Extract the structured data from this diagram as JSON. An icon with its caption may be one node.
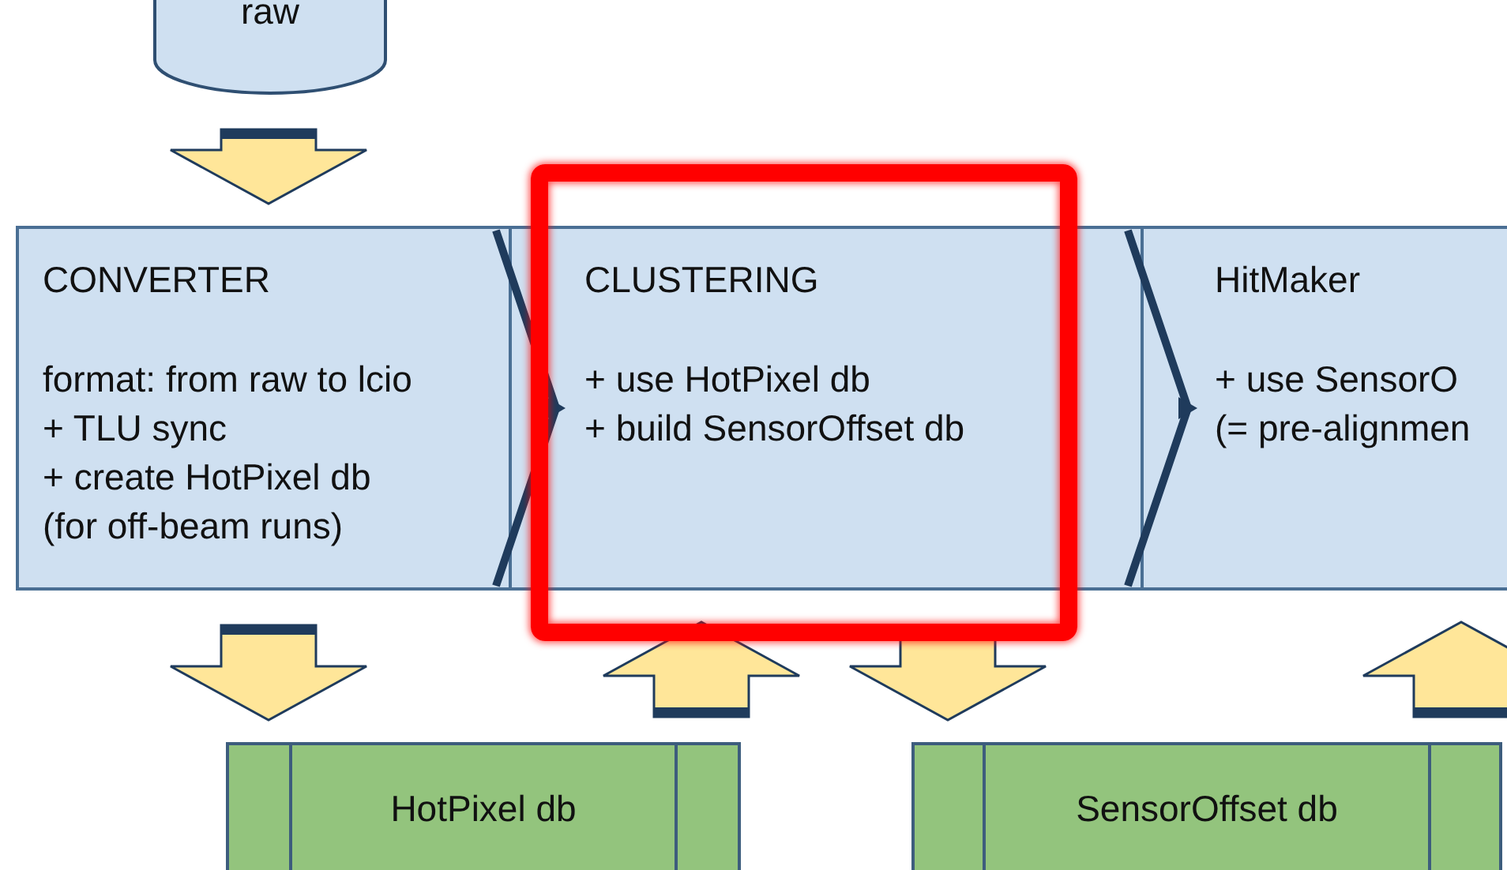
{
  "diagram": {
    "nodes": [
      {
        "text": [
          "raw"
        ]
      },
      {
        "text": [
          "CONVERTER",
          "format: from raw to lcio",
          "+ TLU sync",
          "+ create HotPixel db",
          "(for off-beam runs)"
        ]
      },
      {
        "text": [
          "CLUSTERING",
          "+ use HotPixel db",
          "+ build SensorOffset db"
        ]
      },
      {
        "text": [
          "HitMaker",
          "+ use SensorO",
          "(= pre-alignmen"
        ]
      },
      {
        "text": [
          "HotPixel db"
        ]
      },
      {
        "text": [
          "SensorOffset db"
        ]
      }
    ],
    "edges": [
      {
        "from": 0,
        "to": 1,
        "arrow": "to"
      },
      {
        "from": 1,
        "to": 2,
        "arrow": "to"
      },
      {
        "from": 2,
        "to": 3,
        "arrow": "to"
      },
      {
        "from": 1,
        "to": 4,
        "arrow": "to"
      },
      {
        "from": 4,
        "to": 2,
        "arrow": "to"
      },
      {
        "from": 2,
        "to": 5,
        "arrow": "to"
      },
      {
        "from": 5,
        "to": 3,
        "arrow": "to"
      }
    ]
  }
}
